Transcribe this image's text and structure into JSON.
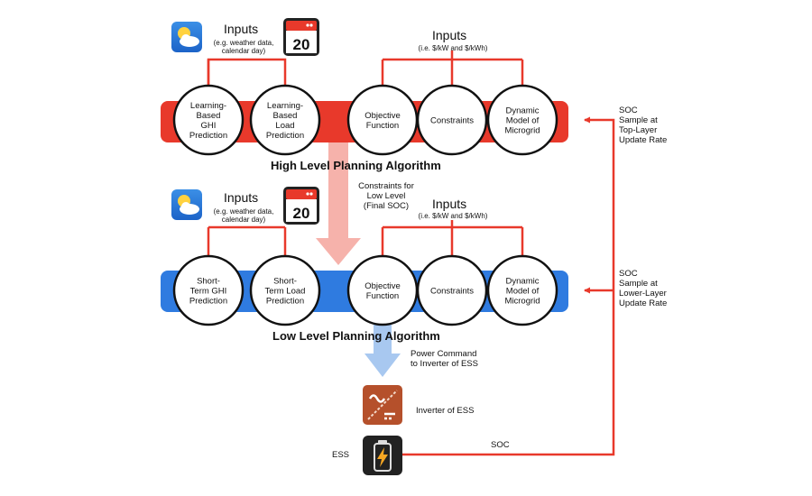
{
  "high_level": {
    "title": "High Level Planning Algorithm",
    "inputs_left_title": "Inputs",
    "inputs_left_note_line1": "(e.g. weather data,",
    "inputs_left_note_line2": "calendar day)",
    "inputs_right_title": "Inputs",
    "inputs_right_note": "(i.e. $/kW and $/kWh)",
    "calendar_day": "20",
    "bar_color": "#e8392b",
    "nodes": [
      {
        "lines": [
          "Learning-",
          "Based",
          "GHI",
          "Prediction"
        ]
      },
      {
        "lines": [
          "Learning-",
          "Based",
          "Load",
          "Prediction"
        ]
      },
      {
        "lines": [
          "Objective",
          "Function"
        ]
      },
      {
        "lines": [
          "Constraints"
        ]
      },
      {
        "lines": [
          "Dynamic",
          "Model of",
          "Microgrid"
        ]
      }
    ]
  },
  "low_level": {
    "title": "Low Level Planning Algorithm",
    "inputs_left_title": "Inputs",
    "inputs_left_note_line1": "(e.g. weather data,",
    "inputs_left_note_line2": "calendar day)",
    "inputs_right_title": "Inputs",
    "inputs_right_note": "(i.e. $/kW and $/kWh)",
    "calendar_day": "20",
    "bar_color": "#2f7be0",
    "nodes": [
      {
        "lines": [
          "Short-",
          "Term GHI",
          "Prediction"
        ]
      },
      {
        "lines": [
          "Short-",
          "Term Load",
          "Prediction"
        ]
      },
      {
        "lines": [
          "Objective",
          "Function"
        ]
      },
      {
        "lines": [
          "Constraints"
        ]
      },
      {
        "lines": [
          "Dynamic",
          "Model of",
          "Microgrid"
        ]
      }
    ]
  },
  "constraints_note": {
    "line1": "Constraints for",
    "line2": "Low Level",
    "line3": "(Final SOC)"
  },
  "power_command": {
    "line1": "Power Command",
    "line2": "to Inverter of ESS"
  },
  "inverter_label": "Inverter of ESS",
  "ess_label": "ESS",
  "soc_label": "SOC",
  "soc_top": {
    "line1": "SOC",
    "line2": "Sample at",
    "line3": "Top-Layer",
    "line4": "Update Rate"
  },
  "soc_lower": {
    "line1": "SOC",
    "line2": "Sample at",
    "line3": "Lower-Layer",
    "line4": "Update Rate"
  },
  "icons": [
    "weather-icon",
    "calendar-icon",
    "inverter-icon",
    "battery-icon"
  ],
  "colors": {
    "red": "#e8392b",
    "blue": "#2f7be0",
    "pink_arrow": "#f6b2ab",
    "light_blue_arrow": "#a8c8f0",
    "inverter": "#b5502b",
    "battery": "#222222"
  }
}
